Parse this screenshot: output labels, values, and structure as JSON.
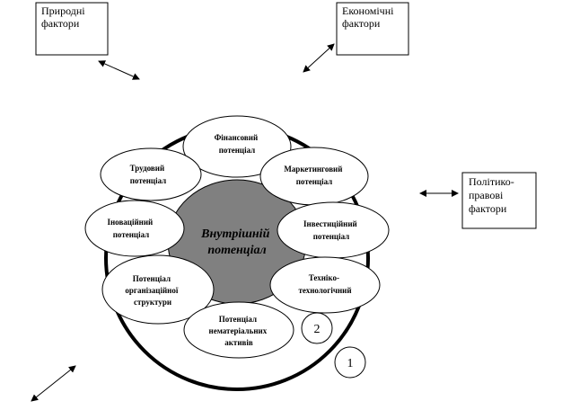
{
  "external_factors": {
    "natural": [
      "Природні",
      "фактори"
    ],
    "economic": [
      "Економічні",
      "фактори"
    ],
    "political": [
      "Політико-",
      "правові",
      "фактори"
    ]
  },
  "core": [
    "Внутрішній",
    "потенціал"
  ],
  "potentials": {
    "financial": [
      "Фінансовий",
      "потенціал"
    ],
    "labor": [
      "Трудовий",
      "потенціал"
    ],
    "marketing": [
      "Маркетинговий",
      "потенціал"
    ],
    "innovation": [
      "Іноваційний",
      "потенціал"
    ],
    "investment": [
      "Інвестиційний",
      "потенціал"
    ],
    "organizational": [
      "Потенціал",
      "організаційної",
      "структури"
    ],
    "technical": [
      "Техніко-",
      "технологічний"
    ],
    "intangible": [
      "Потенціал",
      "нематеріальних",
      "активів"
    ]
  },
  "labels": {
    "outer_ring": "1",
    "inner_circle": "2"
  }
}
